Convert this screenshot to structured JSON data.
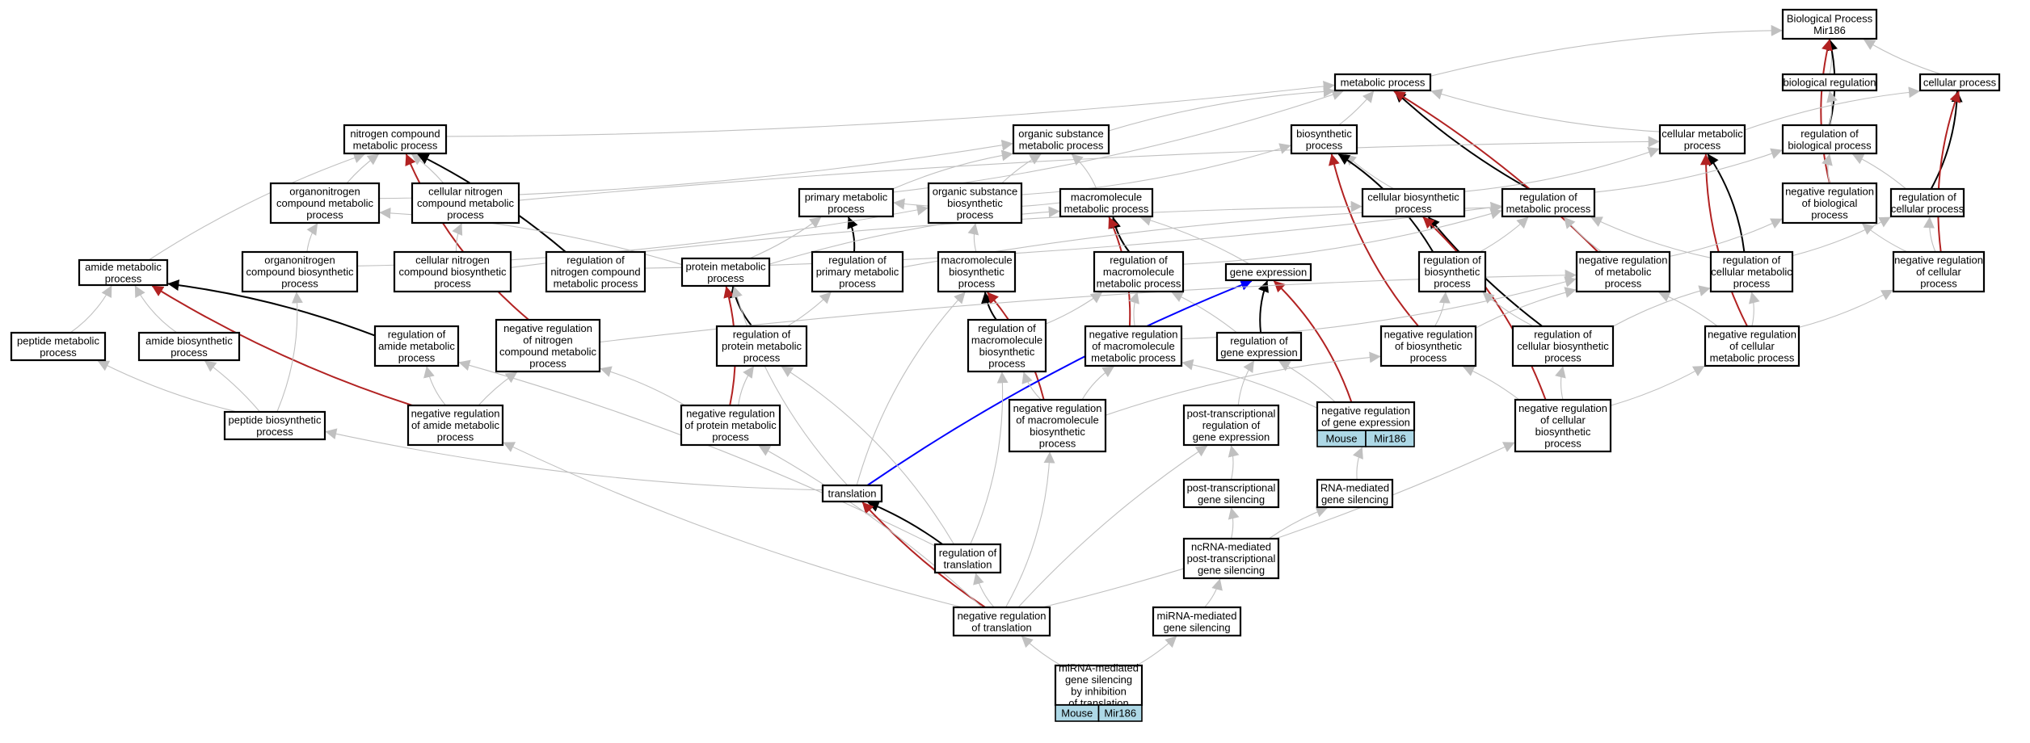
{
  "diagram": {
    "edge_colors": {
      "is_a": "#c0c0c0",
      "part_of": "#000000",
      "negatively_regulates": "#b22222",
      "regulates": "#0000ff"
    },
    "nodes": [
      {
        "id": "bp",
        "lines": [
          "Biological Process",
          "Mir186"
        ]
      },
      {
        "id": "metabolic",
        "lines": [
          "metabolic process"
        ]
      },
      {
        "id": "bioreg",
        "lines": [
          "biological regulation"
        ]
      },
      {
        "id": "cellular",
        "lines": [
          "cellular process"
        ]
      },
      {
        "id": "nitrogen",
        "lines": [
          "nitrogen compound",
          "metabolic process"
        ]
      },
      {
        "id": "orgsub",
        "lines": [
          "organic substance",
          "metabolic process"
        ]
      },
      {
        "id": "biosyn",
        "lines": [
          "biosynthetic",
          "process"
        ]
      },
      {
        "id": "cellmet",
        "lines": [
          "cellular metabolic",
          "process"
        ]
      },
      {
        "id": "regbio",
        "lines": [
          "regulation of",
          "biological process"
        ]
      },
      {
        "id": "orgnitro",
        "lines": [
          "organonitrogen",
          "compound metabolic",
          "process"
        ]
      },
      {
        "id": "cellnitro",
        "lines": [
          "cellular nitrogen",
          "compound metabolic",
          "process"
        ]
      },
      {
        "id": "primary",
        "lines": [
          "primary metabolic",
          "process"
        ]
      },
      {
        "id": "orgsubbio",
        "lines": [
          "organic substance",
          "biosynthetic",
          "process"
        ]
      },
      {
        "id": "macromet",
        "lines": [
          "macromolecule",
          "metabolic process"
        ]
      },
      {
        "id": "cellbio",
        "lines": [
          "cellular biosynthetic",
          "process"
        ]
      },
      {
        "id": "regmet",
        "lines": [
          "regulation of",
          "metabolic process"
        ]
      },
      {
        "id": "negregbio",
        "lines": [
          "negative regulation",
          "of biological",
          "process"
        ]
      },
      {
        "id": "regcell",
        "lines": [
          "regulation of",
          "cellular process"
        ]
      },
      {
        "id": "amide",
        "lines": [
          "amide metabolic",
          "process"
        ]
      },
      {
        "id": "orgnitrobio",
        "lines": [
          "organonitrogen",
          "compound biosynthetic",
          "process"
        ]
      },
      {
        "id": "cellnitrobio",
        "lines": [
          "cellular nitrogen",
          "compound biosynthetic",
          "process"
        ]
      },
      {
        "id": "regnitro",
        "lines": [
          "regulation of",
          "nitrogen compound",
          "metabolic process"
        ]
      },
      {
        "id": "protmet",
        "lines": [
          "protein metabolic",
          "process"
        ]
      },
      {
        "id": "regprimary",
        "lines": [
          "regulation of",
          "primary metabolic",
          "process"
        ]
      },
      {
        "id": "macrobio",
        "lines": [
          "macromolecule",
          "biosynthetic",
          "process"
        ]
      },
      {
        "id": "regmacromet",
        "lines": [
          "regulation of",
          "macromolecule",
          "metabolic process"
        ]
      },
      {
        "id": "geneexp",
        "lines": [
          "gene expression"
        ]
      },
      {
        "id": "regbiosyn",
        "lines": [
          "regulation of",
          "biosynthetic",
          "process"
        ]
      },
      {
        "id": "negregmet",
        "lines": [
          "negative regulation",
          "of metabolic",
          "process"
        ]
      },
      {
        "id": "regcellmet",
        "lines": [
          "regulation of",
          "cellular metabolic",
          "process"
        ]
      },
      {
        "id": "negregcell",
        "lines": [
          "negative regulation",
          "of cellular",
          "process"
        ]
      },
      {
        "id": "peptide",
        "lines": [
          "peptide metabolic",
          "process"
        ]
      },
      {
        "id": "amidebio",
        "lines": [
          "amide biosynthetic",
          "process"
        ]
      },
      {
        "id": "regamide",
        "lines": [
          "regulation of",
          "amide metabolic",
          "process"
        ]
      },
      {
        "id": "negregnitro",
        "lines": [
          "negative regulation",
          "of nitrogen",
          "compound metabolic",
          "process"
        ]
      },
      {
        "id": "regprot",
        "lines": [
          "regulation of",
          "protein metabolic",
          "process"
        ]
      },
      {
        "id": "regmacrobio",
        "lines": [
          "regulation of",
          "macromolecule",
          "biosynthetic",
          "process"
        ]
      },
      {
        "id": "negregmacromet",
        "lines": [
          "negative regulation",
          "of macromolecule",
          "metabolic process"
        ]
      },
      {
        "id": "reggeneexp",
        "lines": [
          "regulation of",
          "gene expression"
        ]
      },
      {
        "id": "negregbiosyn",
        "lines": [
          "negative regulation",
          "of biosynthetic",
          "process"
        ]
      },
      {
        "id": "regcellbio",
        "lines": [
          "regulation of",
          "cellular biosynthetic",
          "process"
        ]
      },
      {
        "id": "negregcellmet",
        "lines": [
          "negative regulation",
          "of cellular",
          "metabolic process"
        ]
      },
      {
        "id": "peptidebio",
        "lines": [
          "peptide biosynthetic",
          "process"
        ]
      },
      {
        "id": "negregamide",
        "lines": [
          "negative regulation",
          "of amide metabolic",
          "process"
        ]
      },
      {
        "id": "negregprot",
        "lines": [
          "negative regulation",
          "of protein metabolic",
          "process"
        ]
      },
      {
        "id": "negregmacrobio",
        "lines": [
          "negative regulation",
          "of macromolecule",
          "biosynthetic",
          "process"
        ]
      },
      {
        "id": "ptreg",
        "lines": [
          "post-transcriptional",
          "regulation of",
          "gene expression"
        ]
      },
      {
        "id": "negreggeneexp",
        "lines": [
          "negative regulation",
          "of gene expression"
        ],
        "tags": [
          "Mouse",
          "Mir186"
        ]
      },
      {
        "id": "negregcellbio",
        "lines": [
          "negative regulation",
          "of cellular",
          "biosynthetic",
          "process"
        ]
      },
      {
        "id": "translation",
        "lines": [
          "translation"
        ]
      },
      {
        "id": "ptsil",
        "lines": [
          "post-transcriptional",
          "gene silencing"
        ]
      },
      {
        "id": "rnasil",
        "lines": [
          "RNA-mediated",
          "gene silencing"
        ]
      },
      {
        "id": "regtrans",
        "lines": [
          "regulation of",
          "translation"
        ]
      },
      {
        "id": "ncrna",
        "lines": [
          "ncRNA-mediated",
          "post-transcriptional",
          "gene silencing"
        ]
      },
      {
        "id": "negregtrans",
        "lines": [
          "negative regulation",
          "of translation"
        ]
      },
      {
        "id": "mirnasil",
        "lines": [
          "miRNA-mediated",
          "gene silencing"
        ]
      },
      {
        "id": "mirnainh",
        "lines": [
          "miRNA-mediated",
          "gene silencing",
          "by inhibition",
          "of translation"
        ],
        "tags": [
          "Mouse",
          "Mir186"
        ]
      }
    ],
    "edges": [
      [
        "metabolic",
        "bp",
        "is_a"
      ],
      [
        "bioreg",
        "bp",
        "is_a"
      ],
      [
        "cellular",
        "bp",
        "is_a"
      ],
      [
        "regbio",
        "bp",
        "part_of"
      ],
      [
        "negregbio",
        "bp",
        "negatively_regulates"
      ],
      [
        "nitrogen",
        "metabolic",
        "is_a"
      ],
      [
        "orgsub",
        "metabolic",
        "is_a"
      ],
      [
        "biosyn",
        "metabolic",
        "is_a"
      ],
      [
        "cellmet",
        "metabolic",
        "is_a"
      ],
      [
        "primary",
        "metabolic",
        "is_a"
      ],
      [
        "regmet",
        "metabolic",
        "part_of"
      ],
      [
        "negregmet",
        "metabolic",
        "negatively_regulates"
      ],
      [
        "cellmet",
        "cellular",
        "is_a"
      ],
      [
        "regcell",
        "cellular",
        "part_of"
      ],
      [
        "negregcell",
        "cellular",
        "negatively_regulates"
      ],
      [
        "regbio",
        "bioreg",
        "is_a"
      ],
      [
        "orgnitro",
        "nitrogen",
        "is_a"
      ],
      [
        "cellnitro",
        "nitrogen",
        "is_a"
      ],
      [
        "amide",
        "nitrogen",
        "is_a"
      ],
      [
        "regnitro",
        "nitrogen",
        "part_of"
      ],
      [
        "negregnitro",
        "nitrogen",
        "negatively_regulates"
      ],
      [
        "orgnitro",
        "orgsub",
        "is_a"
      ],
      [
        "primary",
        "orgsub",
        "is_a"
      ],
      [
        "macromet",
        "orgsub",
        "is_a"
      ],
      [
        "orgsubbio",
        "orgsub",
        "is_a"
      ],
      [
        "orgsubbio",
        "biosyn",
        "is_a"
      ],
      [
        "cellbio",
        "biosyn",
        "is_a"
      ],
      [
        "regbiosyn",
        "biosyn",
        "part_of"
      ],
      [
        "negregbiosyn",
        "biosyn",
        "negatively_regulates"
      ],
      [
        "cellbio",
        "cellmet",
        "is_a"
      ],
      [
        "cellnitro",
        "cellmet",
        "is_a"
      ],
      [
        "regcellmet",
        "cellmet",
        "part_of"
      ],
      [
        "negregcellmet",
        "cellmet",
        "negatively_regulates"
      ],
      [
        "regmet",
        "regbio",
        "is_a"
      ],
      [
        "negregbio",
        "regbio",
        "is_a"
      ],
      [
        "regcell",
        "regbio",
        "is_a"
      ],
      [
        "orgnitrobio",
        "orgnitro",
        "is_a"
      ],
      [
        "protmet",
        "orgnitro",
        "is_a"
      ],
      [
        "cellnitrobio",
        "cellnitro",
        "is_a"
      ],
      [
        "protmet",
        "primary",
        "is_a"
      ],
      [
        "macromet",
        "primary",
        "is_a"
      ],
      [
        "regprimary",
        "primary",
        "part_of"
      ],
      [
        "macrobio",
        "orgsubbio",
        "is_a"
      ],
      [
        "orgnitrobio",
        "orgsubbio",
        "is_a"
      ],
      [
        "protmet",
        "macromet",
        "is_a"
      ],
      [
        "geneexp",
        "macromet",
        "is_a"
      ],
      [
        "regmacromet",
        "macromet",
        "part_of"
      ],
      [
        "negregmacromet",
        "macromet",
        "negatively_regulates"
      ],
      [
        "regcellbio",
        "cellbio",
        "part_of"
      ],
      [
        "negregcellbio",
        "cellbio",
        "negatively_regulates"
      ],
      [
        "cellnitrobio",
        "cellbio",
        "is_a"
      ],
      [
        "regnitro",
        "regmet",
        "is_a"
      ],
      [
        "regprimary",
        "regmet",
        "is_a"
      ],
      [
        "regmacromet",
        "regmet",
        "is_a"
      ],
      [
        "negregmet",
        "regmet",
        "is_a"
      ],
      [
        "regbiosyn",
        "regmet",
        "is_a"
      ],
      [
        "regcellmet",
        "regmet",
        "is_a"
      ],
      [
        "negregmet",
        "negregbio",
        "is_a"
      ],
      [
        "negregcell",
        "negregbio",
        "is_a"
      ],
      [
        "regcellmet",
        "regcell",
        "is_a"
      ],
      [
        "negregcell",
        "regcell",
        "is_a"
      ],
      [
        "peptide",
        "amide",
        "is_a"
      ],
      [
        "amidebio",
        "amide",
        "is_a"
      ],
      [
        "regamide",
        "amide",
        "part_of"
      ],
      [
        "negregamide",
        "amide",
        "negatively_regulates"
      ],
      [
        "peptidebio",
        "orgnitrobio",
        "is_a"
      ],
      [
        "regprot",
        "protmet",
        "part_of"
      ],
      [
        "negregprot",
        "protmet",
        "negatively_regulates"
      ],
      [
        "translation",
        "protmet",
        "is_a"
      ],
      [
        "regprot",
        "regprimary",
        "is_a"
      ],
      [
        "regmacrobio",
        "macrobio",
        "part_of"
      ],
      [
        "negregmacrobio",
        "macrobio",
        "negatively_regulates"
      ],
      [
        "translation",
        "macrobio",
        "is_a"
      ],
      [
        "regmacrobio",
        "regmacromet",
        "is_a"
      ],
      [
        "negregmacromet",
        "regmacromet",
        "is_a"
      ],
      [
        "reggeneexp",
        "regmacromet",
        "is_a"
      ],
      [
        "reggeneexp",
        "geneexp",
        "part_of"
      ],
      [
        "negreggeneexp",
        "geneexp",
        "negatively_regulates"
      ],
      [
        "translation",
        "geneexp",
        "regulates"
      ],
      [
        "negregbiosyn",
        "regbiosyn",
        "is_a"
      ],
      [
        "regcellbio",
        "regbiosyn",
        "is_a"
      ],
      [
        "negregcellmet",
        "negregmet",
        "is_a"
      ],
      [
        "negregbiosyn",
        "negregmet",
        "is_a"
      ],
      [
        "negregmacromet",
        "negregmet",
        "is_a"
      ],
      [
        "negregnitro",
        "negregmet",
        "is_a"
      ],
      [
        "negregcellmet",
        "regcellmet",
        "is_a"
      ],
      [
        "regcellbio",
        "regcellmet",
        "is_a"
      ],
      [
        "negregcellmet",
        "negregcell",
        "is_a"
      ],
      [
        "peptidebio",
        "peptide",
        "is_a"
      ],
      [
        "peptidebio",
        "amidebio",
        "is_a"
      ],
      [
        "negregamide",
        "regamide",
        "is_a"
      ],
      [
        "regtrans",
        "regamide",
        "is_a"
      ],
      [
        "negregamide",
        "negregnitro",
        "is_a"
      ],
      [
        "negregprot",
        "negregnitro",
        "is_a"
      ],
      [
        "negregprot",
        "regprot",
        "is_a"
      ],
      [
        "regtrans",
        "regprot",
        "is_a"
      ],
      [
        "negregmacrobio",
        "regmacrobio",
        "is_a"
      ],
      [
        "regtrans",
        "regmacrobio",
        "is_a"
      ],
      [
        "negregmacrobio",
        "negregmacromet",
        "is_a"
      ],
      [
        "negreggeneexp",
        "negregmacromet",
        "is_a"
      ],
      [
        "ptreg",
        "reggeneexp",
        "is_a"
      ],
      [
        "negreggeneexp",
        "reggeneexp",
        "is_a"
      ],
      [
        "negregmacrobio",
        "negregbiosyn",
        "is_a"
      ],
      [
        "negregcellbio",
        "negregbiosyn",
        "is_a"
      ],
      [
        "negregcellbio",
        "regcellbio",
        "is_a"
      ],
      [
        "negregcellbio",
        "negregcellmet",
        "is_a"
      ],
      [
        "translation",
        "peptidebio",
        "is_a"
      ],
      [
        "ptsil",
        "ptreg",
        "is_a"
      ],
      [
        "rnasil",
        "negreggeneexp",
        "is_a"
      ],
      [
        "regtrans",
        "translation",
        "part_of"
      ],
      [
        "negregtrans",
        "translation",
        "negatively_regulates"
      ],
      [
        "ncrna",
        "ptsil",
        "is_a"
      ],
      [
        "ncrna",
        "rnasil",
        "is_a"
      ],
      [
        "mirnasil",
        "ncrna",
        "is_a"
      ],
      [
        "negregtrans",
        "regtrans",
        "is_a"
      ],
      [
        "negregtrans",
        "negregprot",
        "is_a"
      ],
      [
        "negregtrans",
        "negregamide",
        "is_a"
      ],
      [
        "negregtrans",
        "negregmacrobio",
        "is_a"
      ],
      [
        "negregtrans",
        "ptreg",
        "is_a"
      ],
      [
        "negregtrans",
        "negregcellbio",
        "is_a"
      ],
      [
        "mirnainh",
        "negregtrans",
        "is_a"
      ],
      [
        "mirnainh",
        "mirnasil",
        "is_a"
      ]
    ]
  }
}
